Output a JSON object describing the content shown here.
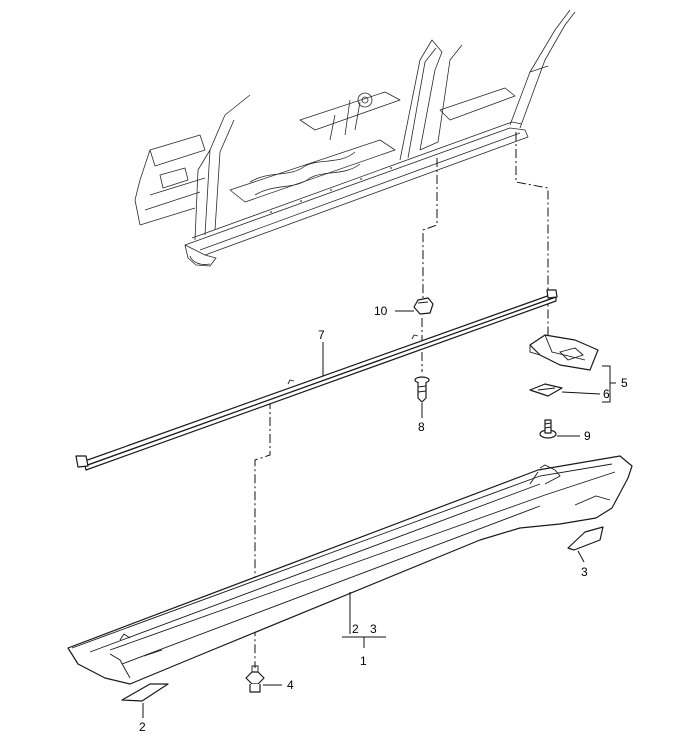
{
  "callouts": {
    "c1": "1",
    "c2_left": "2",
    "c2_bracket": "2",
    "c3_bracket": "3",
    "c3_right": "3",
    "c4": "4",
    "c5": "5",
    "c6": "6",
    "c7": "7",
    "c8": "8",
    "c9": "9",
    "c10": "10"
  },
  "colors": {
    "line": "#1a1a1a",
    "background": "#ffffff"
  }
}
